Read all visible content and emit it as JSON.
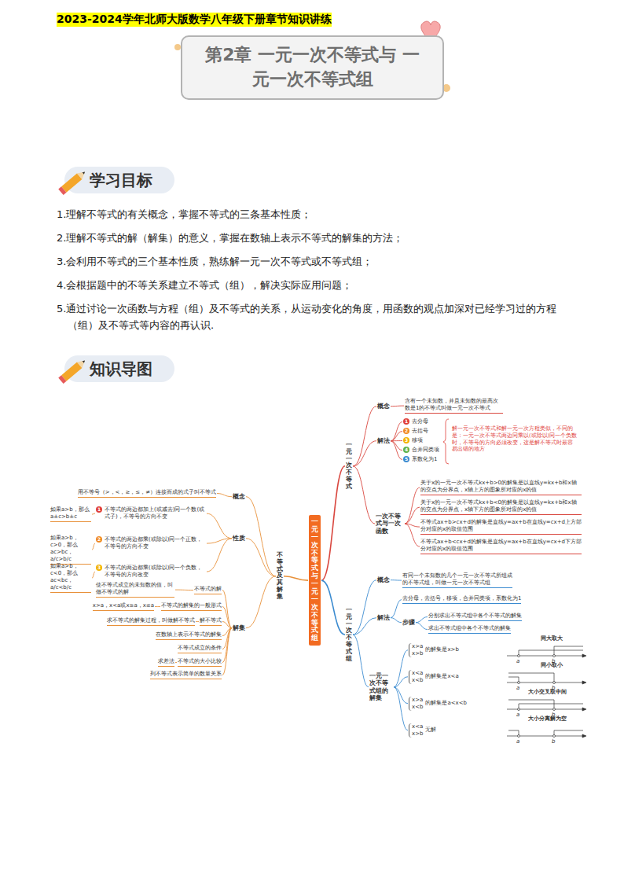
{
  "diagram": {
    "title": "2023-2024学年北师大版数学八年级下册章节知识讲练",
    "nodes": [
      {
        "text": [
          "第2章 一元一次不等式与 一元一次不等式组"
        ]
      },
      {
        "text": [
          "学习目标"
        ]
      },
      {
        "text": [
          "知识导图"
        ]
      },
      {
        "text": [
          "一元一次不等式与一元一次不等式组"
        ]
      },
      {
        "text": [
          "不等式及其解集"
        ]
      },
      {
        "text": [
          "一元一次不等式"
        ]
      },
      {
        "text": [
          "一元一次不等式组"
        ]
      },
      {
        "text": [
          "概念"
        ]
      },
      {
        "text": [
          "性质"
        ]
      },
      {
        "text": [
          "解集"
        ]
      },
      {
        "text": [
          "用不等号（>，<，≥，≤，≠）连接而成的式子叫不等式"
        ]
      },
      {
        "text": [
          "1",
          "不等式的两边都加上(或减去)同一个数(或式子)，不等号的方向不变"
        ]
      },
      {
        "text": [
          "如果a>b，那么a±c>b±c"
        ]
      },
      {
        "text": [
          "2",
          "不等式的两边都乘(或除以)同一个正数，不等号的方向不变"
        ]
      },
      {
        "text": [
          "如果a>b，c>0，那么ac>bc，a/c>b/c"
        ]
      },
      {
        "text": [
          "3",
          "不等式的两边都乘(或除以)同一个负数，不等号的方向改变"
        ]
      },
      {
        "text": [
          "如果a>b，c<0，那么ac<bc，a/c<b/c"
        ]
      },
      {
        "text": [
          "不等式的解"
        ]
      },
      {
        "text": [
          "使不等式成立的未知数的值，叫做不等式的解"
        ]
      },
      {
        "text": [
          "不等式的解集的一般形式"
        ]
      },
      {
        "text": [
          "x>a，x<a或x≥a，x≤a"
        ]
      },
      {
        "text": [
          "解不等式"
        ]
      },
      {
        "text": [
          "求不等式的解集过程，叫做解不等式"
        ]
      },
      {
        "text": [
          "在数轴上表示不等式的解集"
        ]
      },
      {
        "text": [
          "不等式成立的条件"
        ]
      },
      {
        "text": [
          "不等式的大小比较"
        ]
      },
      {
        "text": [
          "求差法"
        ]
      },
      {
        "text": [
          "列不等式表示简单的数量关系"
        ]
      },
      {
        "text": [
          "概念"
        ]
      },
      {
        "text": [
          "解法"
        ]
      },
      {
        "text": [
          "一次不等式与一次函数"
        ]
      },
      {
        "text": [
          "含有一个未知数，并且未知数的最高次数是1的不等式叫做一元一次不等式"
        ]
      },
      {
        "text": [
          "1",
          "去分母"
        ]
      },
      {
        "text": [
          "2",
          "去括号"
        ]
      },
      {
        "text": [
          "3",
          "移项"
        ]
      },
      {
        "text": [
          "4",
          "合并同类项"
        ]
      },
      {
        "text": [
          "5",
          "系数化为1"
        ]
      },
      {
        "text": [
          "解一元一次不等式和解一元一次方程类似，不同的是：一元一次不等式两边同乘以(或除以)同一个负数时，不等号的方向必须改变，这是解不等式时最容易出错的地方"
        ]
      },
      {
        "text": [
          "关于x的一元一次不等式kx+b>0的解集是以直线y=kx+b和x轴的交点为分界点，x轴上方的图象所对应的x的值"
        ]
      },
      {
        "text": [
          "关于x的一元一次不等式kx+b<0的解集是以直线y=kx+b和x轴的交点为分界点，x轴下方的图象所对应的x的值"
        ]
      },
      {
        "text": [
          "不等式ax+b>cx+d的解集是直线y=ax+b在直线y=cx+d上方部分对应的x的取值范围"
        ]
      },
      {
        "text": [
          "不等式ax+b<cx+d的解集是直线y=ax+b在直线y=cx+d下方部分对应的x的取值范围"
        ]
      },
      {
        "text": [
          "概念"
        ]
      },
      {
        "text": [
          "解法"
        ]
      },
      {
        "text": [
          "一元一次不等式组的解集"
        ]
      },
      {
        "text": [
          "有同一个未知数的几个一元一次不等式所组成的不等式组，叫做一元一次不等式组"
        ]
      },
      {
        "text": [
          "去分母，去括号，移项，合并同类项，系数化为1"
        ]
      },
      {
        "text": [
          "步骤"
        ]
      },
      {
        "text": [
          "分别求出不等式组中各个不等式的解集"
        ]
      },
      {
        "text": [
          "求出不等式组中各个不等式的解集"
        ]
      },
      {
        "text": [
          "x>a",
          "x>b",
          "的解集是x>b"
        ]
      },
      {
        "text": [
          "x<a",
          "x<b",
          "的解集是x<a"
        ]
      },
      {
        "text": [
          "x>a",
          "x<b",
          "的解集是a<x<b"
        ]
      },
      {
        "text": [
          "x<a",
          "x>b",
          "无解"
        ]
      }
    ],
    "edges": [
      {
        "from": 3,
        "to": 4,
        "arrow": "none"
      },
      {
        "from": 3,
        "to": 5,
        "arrow": "none"
      },
      {
        "from": 3,
        "to": 6,
        "arrow": "none"
      },
      {
        "from": 4,
        "to": 7,
        "arrow": "none"
      },
      {
        "from": 4,
        "to": 8,
        "arrow": "none"
      },
      {
        "from": 4,
        "to": 9,
        "arrow": "none"
      },
      {
        "from": 7,
        "to": 10,
        "arrow": "none"
      },
      {
        "from": 8,
        "to": 11,
        "arrow": "none"
      },
      {
        "from": 8,
        "to": 13,
        "arrow": "none"
      },
      {
        "from": 8,
        "to": 15,
        "arrow": "none"
      },
      {
        "from": 11,
        "to": 12,
        "arrow": "none"
      },
      {
        "from": 13,
        "to": 14,
        "arrow": "none"
      },
      {
        "from": 15,
        "to": 16,
        "arrow": "none"
      },
      {
        "from": 9,
        "to": 17,
        "arrow": "none"
      },
      {
        "from": 9,
        "to": 19,
        "arrow": "none"
      },
      {
        "from": 9,
        "to": 21,
        "arrow": "none"
      },
      {
        "from": 9,
        "to": 23,
        "arrow": "none"
      },
      {
        "from": 9,
        "to": 24,
        "arrow": "none"
      },
      {
        "from": 9,
        "to": 25,
        "arrow": "none"
      },
      {
        "from": 9,
        "to": 27,
        "arrow": "none"
      },
      {
        "from": 17,
        "to": 18,
        "arrow": "none"
      },
      {
        "from": 19,
        "to": 20,
        "arrow": "none"
      },
      {
        "from": 21,
        "to": 22,
        "arrow": "none"
      },
      {
        "from": 25,
        "to": 26,
        "arrow": "none"
      },
      {
        "from": 5,
        "to": 28,
        "arrow": "none"
      },
      {
        "from": 5,
        "to": 29,
        "arrow": "none"
      },
      {
        "from": 5,
        "to": 30,
        "arrow": "none"
      },
      {
        "from": 28,
        "to": 31,
        "arrow": "none"
      },
      {
        "from": 29,
        "to": 32,
        "arrow": "none"
      },
      {
        "from": 29,
        "to": 33,
        "arrow": "none"
      },
      {
        "from": 29,
        "to": 34,
        "arrow": "none"
      },
      {
        "from": 29,
        "to": 35,
        "arrow": "none"
      },
      {
        "from": 29,
        "to": 36,
        "arrow": "none"
      },
      {
        "from": 30,
        "to": 38,
        "arrow": "none"
      },
      {
        "from": 30,
        "to": 39,
        "arrow": "none"
      },
      {
        "from": 30,
        "to": 40,
        "arrow": "none"
      },
      {
        "from": 30,
        "to": 41,
        "arrow": "none"
      },
      {
        "from": 6,
        "to": 42,
        "arrow": "none"
      },
      {
        "from": 6,
        "to": 43,
        "arrow": "none"
      },
      {
        "from": 6,
        "to": 44,
        "arrow": "none"
      },
      {
        "from": 42,
        "to": 45,
        "arrow": "none"
      },
      {
        "from": 43,
        "to": 46,
        "arrow": "none"
      },
      {
        "from": 43,
        "to": 47,
        "arrow": "none"
      },
      {
        "from": 47,
        "to": 48,
        "arrow": "none"
      },
      {
        "from": 47,
        "to": 49,
        "arrow": "none"
      },
      {
        "from": 44,
        "to": 50,
        "arrow": "none"
      },
      {
        "from": 44,
        "to": 51,
        "arrow": "none"
      },
      {
        "from": 44,
        "to": 52,
        "arrow": "none"
      },
      {
        "from": 44,
        "to": 53,
        "arrow": "none"
      }
    ],
    "labels": [
      "1.理解不等式的有关概念，掌握不等式的三条基本性质；",
      "2.理解不等式的解（解集）的意义，掌握在数轴上表示不等式的解集的方法；",
      "3.会利用不等式的三个基本性质，熟练解一元一次不等式或不等式组；",
      "4.会根据题中的不等关系建立不等式（组），解决实际应用问题；",
      "5.通过讨论一次函数与方程（组）及不等式的关系，从运动变化的角度，用函数的观点加深对已经学习过的方程（组）及不等式等内容的再认识.",
      "同大取大",
      "a",
      "b",
      "同小取小",
      "a",
      "b",
      "大小交叉取中间",
      "a",
      "b",
      "大小分离解为空",
      "a",
      "b"
    ]
  }
}
